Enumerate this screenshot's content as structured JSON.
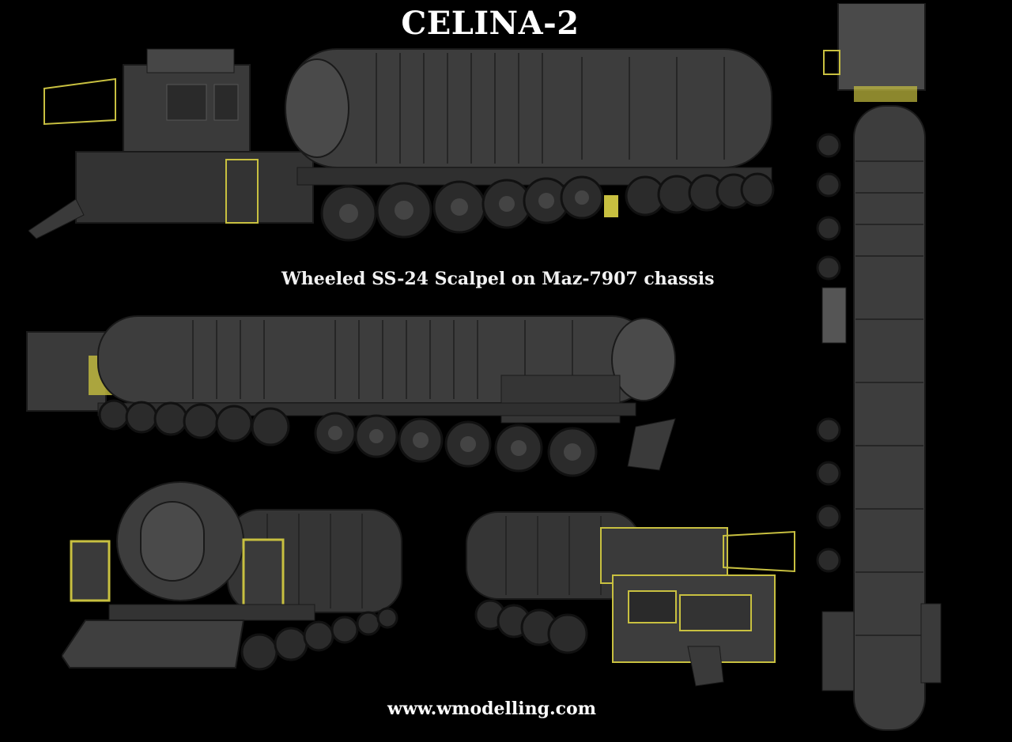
{
  "header": {
    "title": "CELINA-2"
  },
  "caption": {
    "subtitle": "Wheeled SS-24 Scalpel on Maz-7907 chassis"
  },
  "footer": {
    "website": "www.wmodelling.com"
  },
  "palette": {
    "background": "#000000",
    "hull": "#3a3a3a",
    "hull_light": "#5a5a5a",
    "hull_edge": "#1a1a1a",
    "tire": "#2b2b2b",
    "accent_yellow": "#c8c040"
  },
  "views": [
    {
      "name": "side-view-rear-three-quarter"
    },
    {
      "name": "side-view-front-three-quarter"
    },
    {
      "name": "rear-view"
    },
    {
      "name": "front-view"
    },
    {
      "name": "top-view"
    }
  ]
}
